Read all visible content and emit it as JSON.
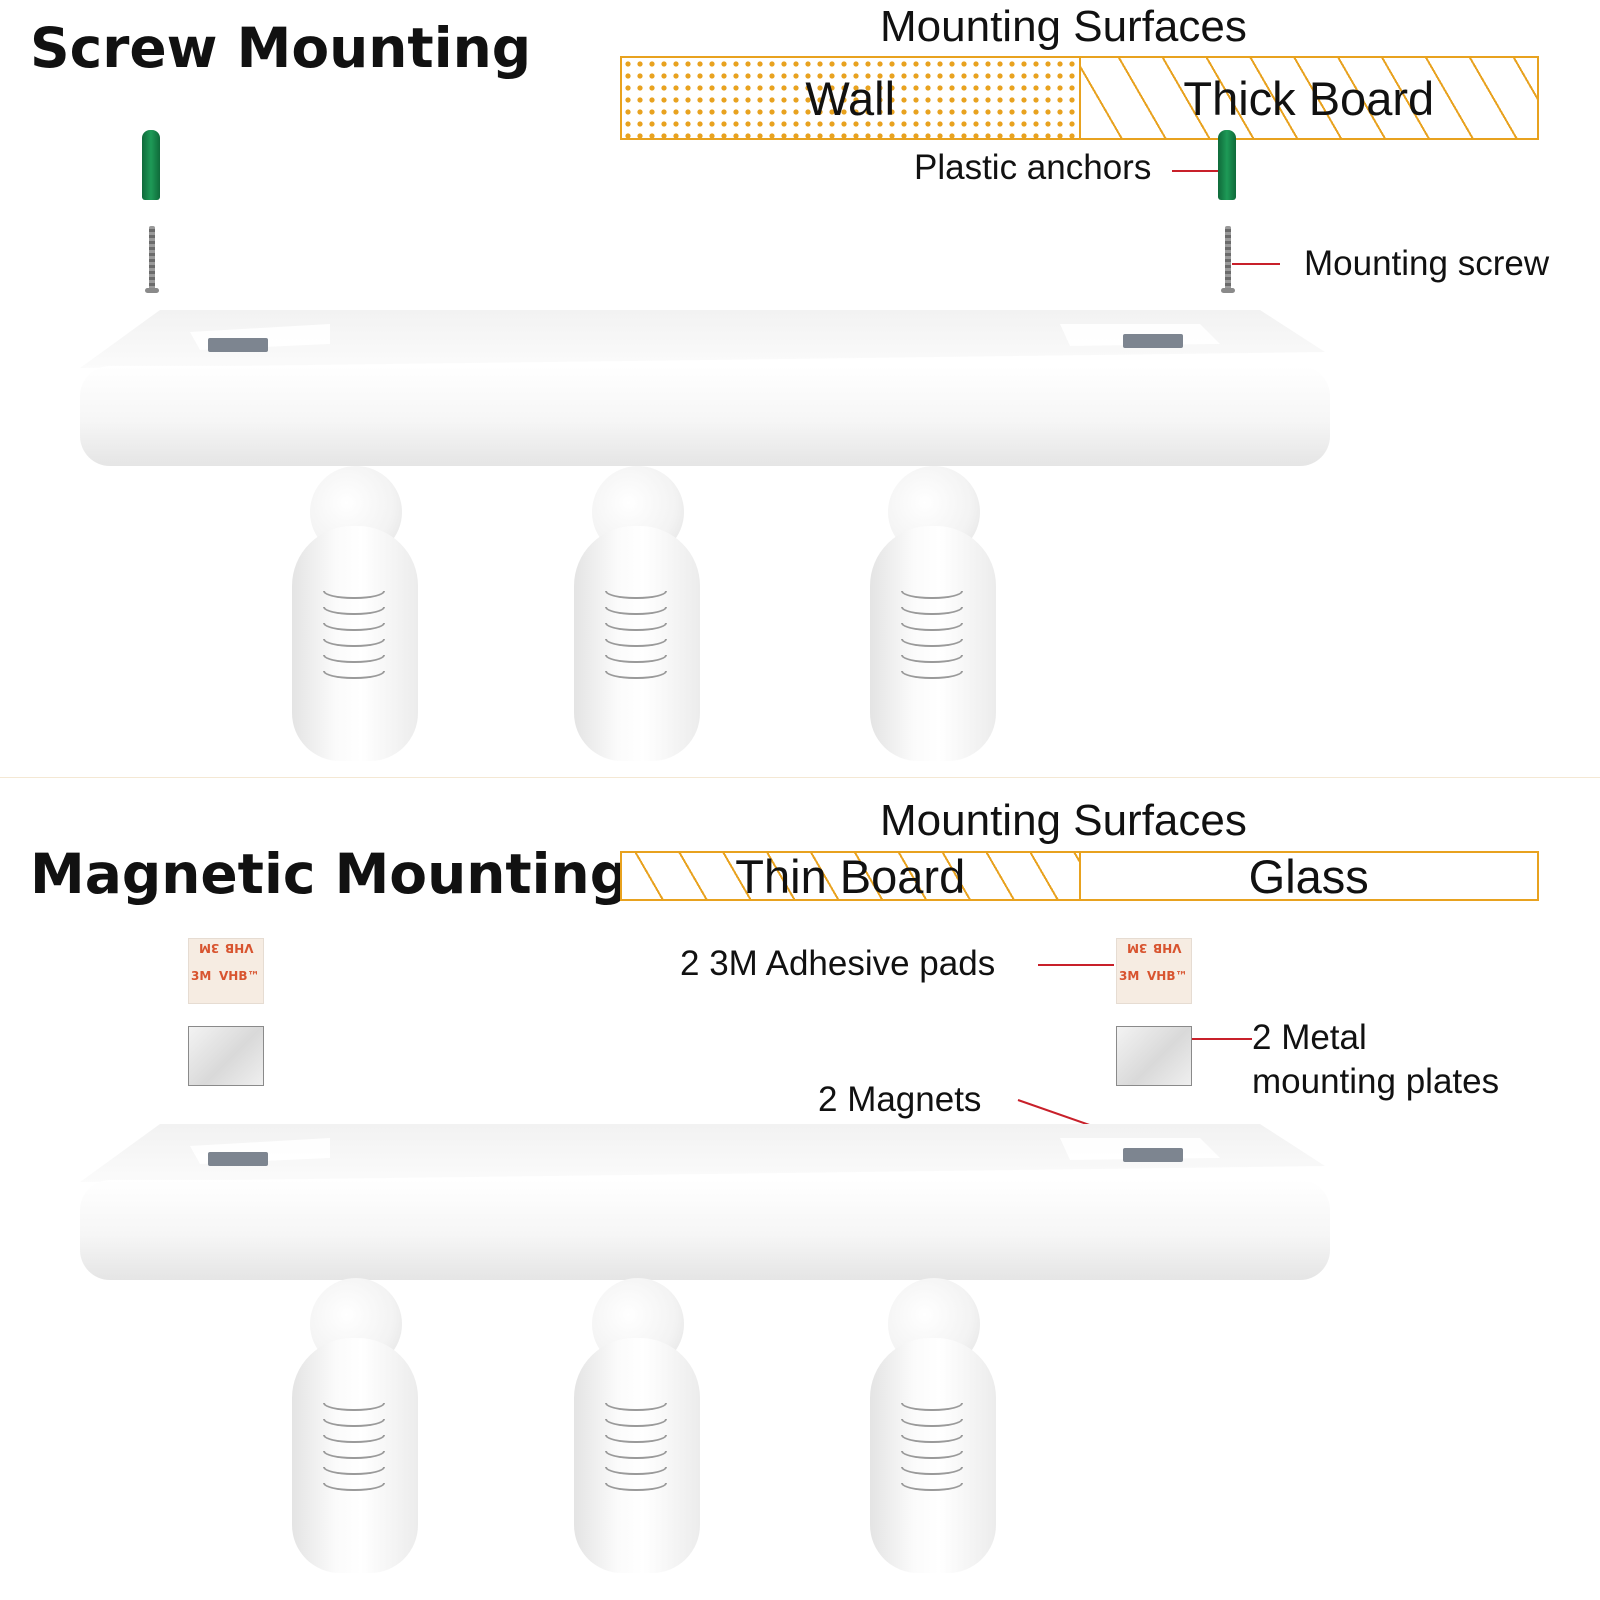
{
  "screw_section": {
    "heading": "Screw Mounting",
    "surfaces_title": "Mounting Surfaces",
    "surfaces": [
      "Wall",
      "Thick Board"
    ],
    "labels": {
      "plastic_anchors": "Plastic anchors",
      "mounting_screw": "Mounting screw"
    }
  },
  "magnetic_section": {
    "heading": "Magnetic Mounting",
    "surfaces_title": "Mounting Surfaces",
    "surfaces": [
      "Thin Board",
      "Glass"
    ],
    "labels": {
      "adhesive_pads": "2 3M Adhesive pads",
      "metal_plates_line1": "2 Metal",
      "metal_plates_line2": "mounting plates",
      "magnets": "2 Magnets"
    },
    "pad_print": {
      "brand": "3M",
      "product": "VHB",
      "product_mark": "VHB™"
    }
  },
  "colors": {
    "accent_orange": "#e8a21f",
    "leader_red": "#c8202a",
    "anchor_green": "#1e9a57"
  }
}
